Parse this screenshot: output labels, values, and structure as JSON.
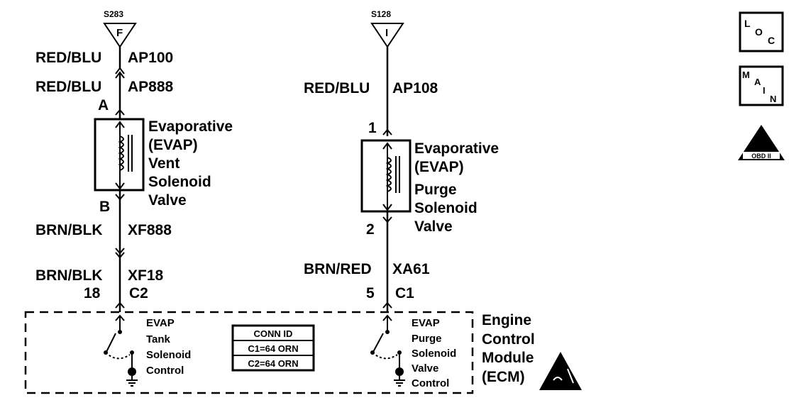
{
  "left_circuit": {
    "splice": "S283",
    "splice_letter": "F",
    "wire1_color": "RED/BLU",
    "wire1_circuit": "AP100",
    "wire2_color": "RED/BLU",
    "wire2_circuit": "AP888",
    "pin_top": "A",
    "pin_bottom": "B",
    "component_lines": [
      "Evaporative",
      "(EVAP)",
      "Vent",
      "Solenoid",
      "Valve"
    ],
    "wire3_color": "BRN/BLK",
    "wire3_circuit": "XF888",
    "wire4_color": "BRN/BLK",
    "wire4_circuit": "XF18",
    "ecm_pin": "18",
    "ecm_connector": "C2",
    "ecm_control_lines": [
      "EVAP",
      "Tank",
      "Solenoid",
      "Control"
    ]
  },
  "right_circuit": {
    "splice": "S128",
    "splice_letter": "I",
    "wire1_color": "RED/BLU",
    "wire1_circuit": "AP108",
    "pin_top": "1",
    "pin_bottom": "2",
    "component_lines": [
      "Evaporative",
      "(EVAP)",
      "Purge",
      "Solenoid",
      "Valve"
    ],
    "wire2_color": "BRN/RED",
    "wire2_circuit": "XA61",
    "ecm_pin": "5",
    "ecm_connector": "C1",
    "ecm_control_lines": [
      "EVAP",
      "Purge",
      "Solenoid",
      "Valve",
      "Control"
    ]
  },
  "conn_id": {
    "header": "CONN ID",
    "rows": [
      "C1=64 ORN",
      "C2=64 ORN"
    ]
  },
  "ecm_label": [
    "Engine",
    "Control",
    "Module",
    "(ECM)"
  ],
  "side_icons": {
    "loc": [
      "L",
      "O",
      "C"
    ],
    "main": [
      "M",
      "A",
      "I",
      "N"
    ],
    "obd": "OBD II"
  },
  "icons": [
    "loc-icon",
    "main-icon",
    "obd-warning-icon",
    "esd-warning-icon",
    "ground-icon"
  ]
}
